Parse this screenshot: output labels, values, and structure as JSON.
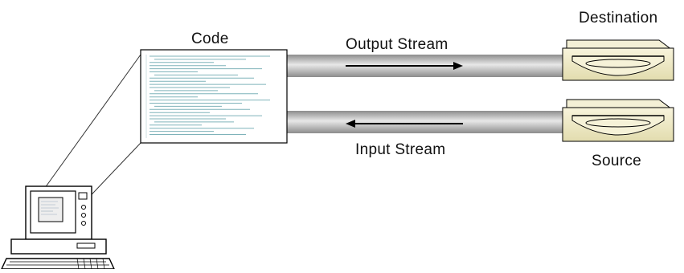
{
  "labels": {
    "code": "Code",
    "output_stream": "Output Stream",
    "input_stream": "Input Stream",
    "destination": "Destination",
    "source": "Source"
  },
  "icons": {
    "computer": "desktop-computer-icon",
    "code_document": "code-document-icon",
    "destination_device": "disk-drive-icon",
    "source_device": "disk-drive-icon"
  },
  "colors": {
    "pipe_dark": "#8a8a8a",
    "pipe_light": "#e4e4e4",
    "drive_body": "#f4efcd",
    "code_text": "#6fa8b0",
    "outline": "#000000"
  }
}
